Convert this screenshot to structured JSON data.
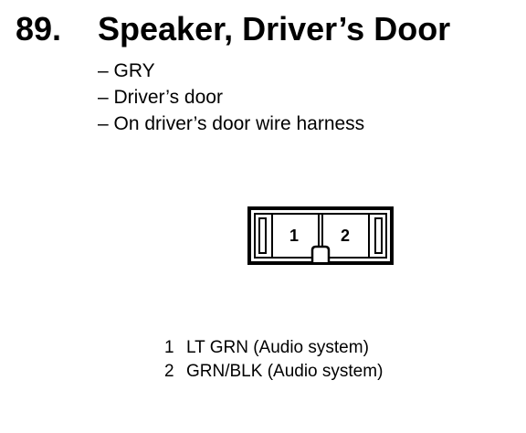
{
  "section": {
    "number": "89.",
    "title": "Speaker, Driver’s Door"
  },
  "details": [
    "– GRY",
    "– Driver’s door",
    "– On driver’s door wire harness"
  ],
  "connector": {
    "terminal_labels": [
      "1",
      "2"
    ]
  },
  "pins": [
    {
      "number": "1",
      "description": "LT GRN (Audio system)"
    },
    {
      "number": "2",
      "description": "GRN/BLK (Audio system)"
    }
  ]
}
